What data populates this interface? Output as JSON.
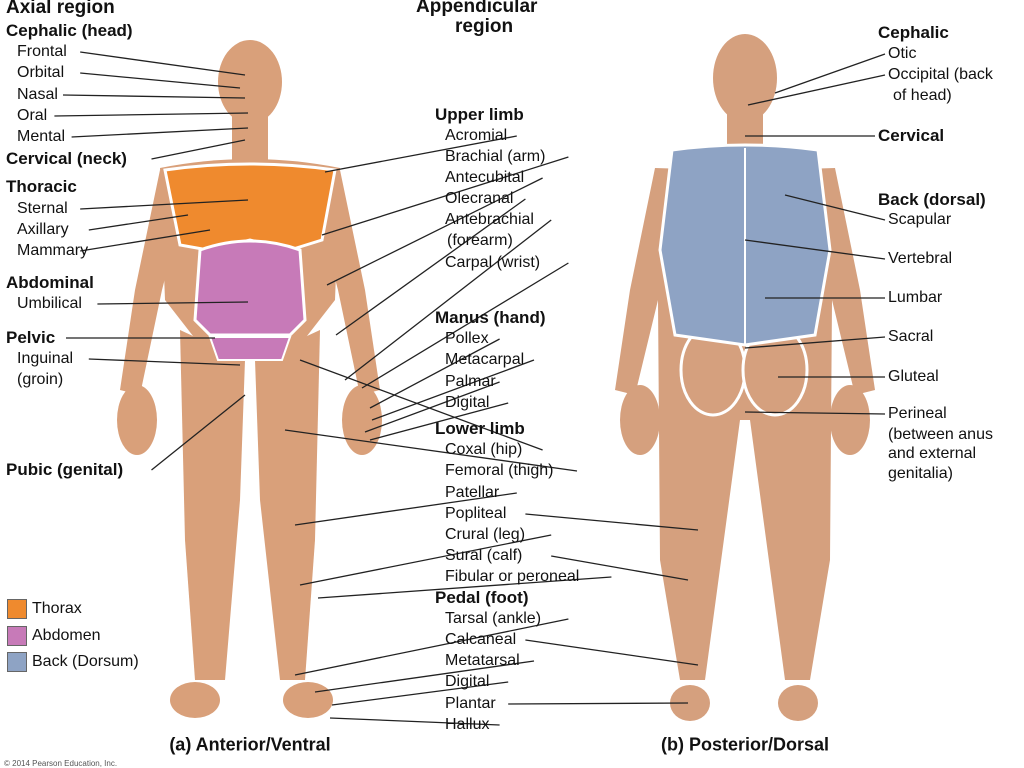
{
  "titles": {
    "axial": "Axial region",
    "appendicular_1": "Appendicular",
    "appendicular_2": "region"
  },
  "left": {
    "cephalic": "Cephalic (head)",
    "frontal": "Frontal",
    "orbital": "Orbital",
    "nasal": "Nasal",
    "oral": "Oral",
    "mental": "Mental",
    "cervical": "Cervical (neck)",
    "thoracic": "Thoracic",
    "sternal": "Sternal",
    "axillary": "Axillary",
    "mammary": "Mammary",
    "abdominal": "Abdominal",
    "umbilical": "Umbilical",
    "pelvic": "Pelvic",
    "inguinal": "Inguinal",
    "groin": "(groin)",
    "pubic": "Pubic (genital)"
  },
  "middle": {
    "upper_limb": "Upper limb",
    "acromial": "Acromial",
    "brachial": "Brachial (arm)",
    "antecubital": "Antecubital",
    "olecranal": "Olecranal",
    "antebrachial": "Antebrachial",
    "forearm": "(forearm)",
    "carpal": "Carpal (wrist)",
    "manus": "Manus (hand)",
    "pollex": "Pollex",
    "metacarpal": "Metacarpal",
    "palmar": "Palmar",
    "digital": "Digital",
    "lower_limb": "Lower limb",
    "coxal": "Coxal (hip)",
    "femoral": "Femoral (thigh)",
    "patellar": "Patellar",
    "popliteal": "Popliteal",
    "crural": "Crural (leg)",
    "sural": "Sural (calf)",
    "fibular": "Fibular or peroneal",
    "pedal": "Pedal (foot)",
    "tarsal": "Tarsal (ankle)",
    "calcaneal": "Calcaneal",
    "metatarsal": "Metatarsal",
    "digital2": "Digital",
    "plantar": "Plantar",
    "hallux": "Hallux"
  },
  "right": {
    "cephalic": "Cephalic",
    "otic": "Otic",
    "occipital_1": "Occipital (back",
    "occipital_2": "of head)",
    "cervical": "Cervical",
    "back": "Back (dorsal)",
    "scapular": "Scapular",
    "vertebral": "Vertebral",
    "lumbar": "Lumbar",
    "sacral": "Sacral",
    "gluteal": "Gluteal",
    "perineal_1": "Perineal",
    "perineal_2": "(between anus",
    "perineal_3": "and external",
    "perineal_4": "genitalia)"
  },
  "legend": [
    {
      "label": "Thorax",
      "color": "#ef8a2e"
    },
    {
      "label": "Abdomen",
      "color": "#c77ab8"
    },
    {
      "label": "Back (Dorsum)",
      "color": "#8ea3c4"
    }
  ],
  "captions": {
    "anterior": "(a) Anterior/Ventral",
    "posterior": "(b) Posterior/Dorsal"
  },
  "copyright": "© 2014 Pearson Education, Inc."
}
